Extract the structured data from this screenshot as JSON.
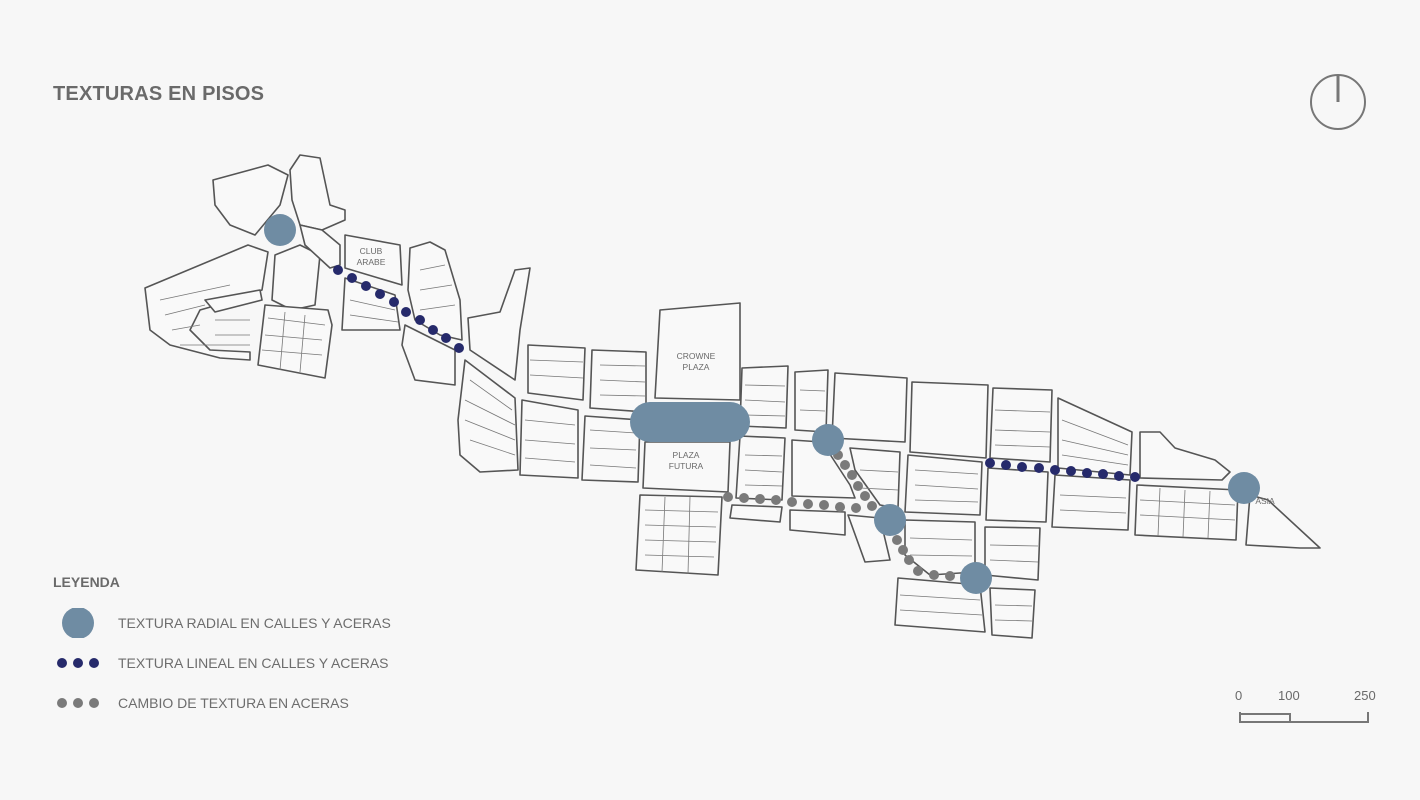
{
  "title": "TEXTURAS EN PISOS",
  "north_arrow": "north-arrow-icon",
  "map_labels": {
    "club": "CLUB",
    "arabe": "ARABE",
    "crowne": "CROWNE",
    "plaza": "PLAZA",
    "plaza2": "PLAZA",
    "futura": "FUTURA",
    "asia": "ASIA"
  },
  "legend": {
    "title": "LEYENDA",
    "items": [
      {
        "label": "TEXTURA RADIAL EN CALLES Y ACERAS",
        "symbol": "large-circle",
        "color": "#6f8ca3"
      },
      {
        "label": "TEXTURA LINEAL EN CALLES Y ACERAS",
        "symbol": "dots",
        "color": "#262a6b"
      },
      {
        "label": "CAMBIO DE TEXTURA EN ACERAS",
        "symbol": "dots",
        "color": "#7a7a7a"
      }
    ]
  },
  "scale": {
    "ticks": [
      "0",
      "100",
      "250"
    ]
  },
  "colors": {
    "background": "#f7f7f7",
    "block_stroke": "#5a5a5a",
    "radial": "#6f8ca3",
    "linear": "#262a6b",
    "sidewalk": "#7a7a7a"
  }
}
